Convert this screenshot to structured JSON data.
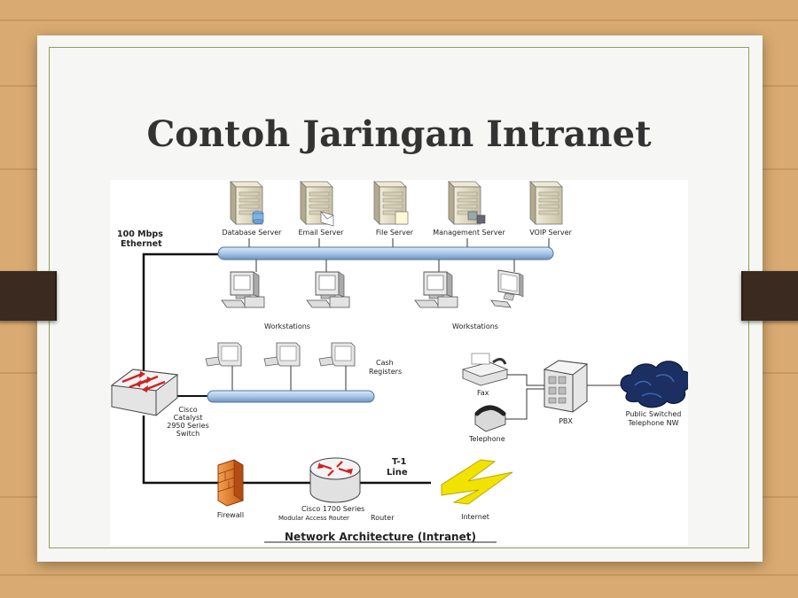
{
  "slide": {
    "title": "Contoh Jaringan Intranet"
  },
  "diagram": {
    "ethernet_label_line1": "100 Mbps",
    "ethernet_label_line2": "Ethernet",
    "servers": [
      {
        "label": "Database Server",
        "icon": "database-server-icon"
      },
      {
        "label": "Email Server",
        "icon": "email-server-icon"
      },
      {
        "label": "File Server",
        "icon": "file-server-icon"
      },
      {
        "label": "Management Server",
        "icon": "management-server-icon"
      },
      {
        "label": "VOIP Server",
        "icon": "voip-server-icon"
      }
    ],
    "workstations_left_label": "Workstations",
    "workstations_right_label": "Workstations",
    "cash_registers_line1": "Cash",
    "cash_registers_line2": "Registers",
    "switch_label": [
      "Cisco",
      "Catalyst",
      "2950 Series",
      "Switch"
    ],
    "fax_label": "Fax",
    "telephone_label": "Telephone",
    "pbx_label": "PBX",
    "pstn_label_line1": "Public Switched",
    "pstn_label_line2": "Telephone NW",
    "firewall_label": "Firewall",
    "router_label_line1": "Cisco 1700 Series",
    "router_label_line2": "Modular Access Router",
    "router_label_line2b": "Router",
    "t1_label_line1": "T-1",
    "t1_label_line2": "Line",
    "internet_label": "Internet",
    "caption": "Network Architecture (Intranet)"
  },
  "colors": {
    "background_wood": "#d9ab72",
    "slide_bg": "#f6f7f4",
    "frame_border": "#8ea05a",
    "title_text": "#333333",
    "bus_blue": "#a9c6e6",
    "router_red": "#d21f1f",
    "firewall_orange": "#e2782a",
    "lightning_yellow": "#f1e200",
    "cloud_navy": "#1b2f62"
  }
}
